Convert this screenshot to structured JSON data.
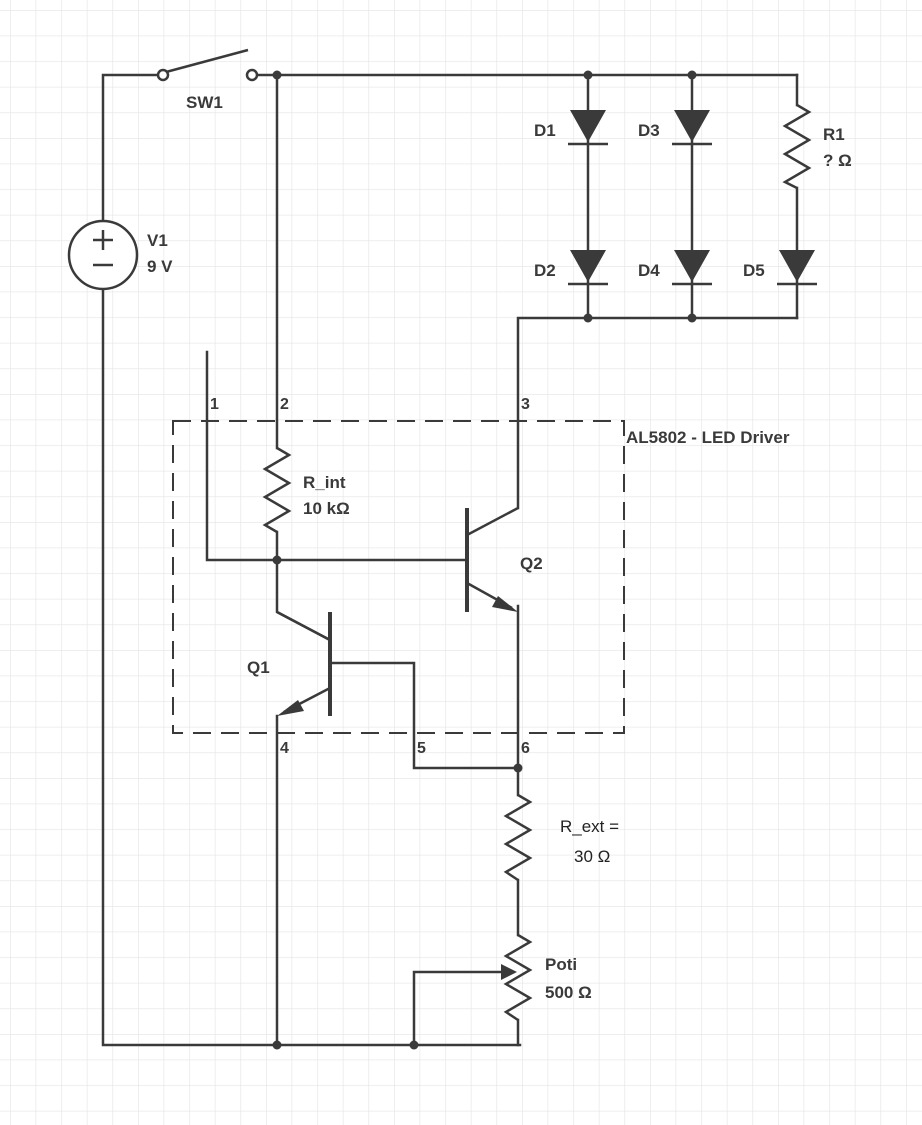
{
  "colors": {
    "wire": "#3a3a3a",
    "grid": "#e4e4e4",
    "background": "#ffffff"
  },
  "switch": {
    "label": "SW1"
  },
  "source": {
    "label": "V1",
    "value": "9 V"
  },
  "diodes": [
    {
      "label": "D1"
    },
    {
      "label": "D3"
    },
    {
      "label": "D2"
    },
    {
      "label": "D4"
    },
    {
      "label": "D5"
    }
  ],
  "r1": {
    "label": "R1",
    "value": "? Ω"
  },
  "ic": {
    "label": "AL5802 - LED Driver",
    "pins": [
      "1",
      "2",
      "3",
      "4",
      "5",
      "6"
    ],
    "r_int": {
      "label": "R_int",
      "value": "10 kΩ"
    },
    "q1": "Q1",
    "q2": "Q2"
  },
  "r_ext": {
    "line1": "R_ext =",
    "line2": "30 Ω"
  },
  "poti": {
    "label": "Poti",
    "value": "500 Ω"
  }
}
